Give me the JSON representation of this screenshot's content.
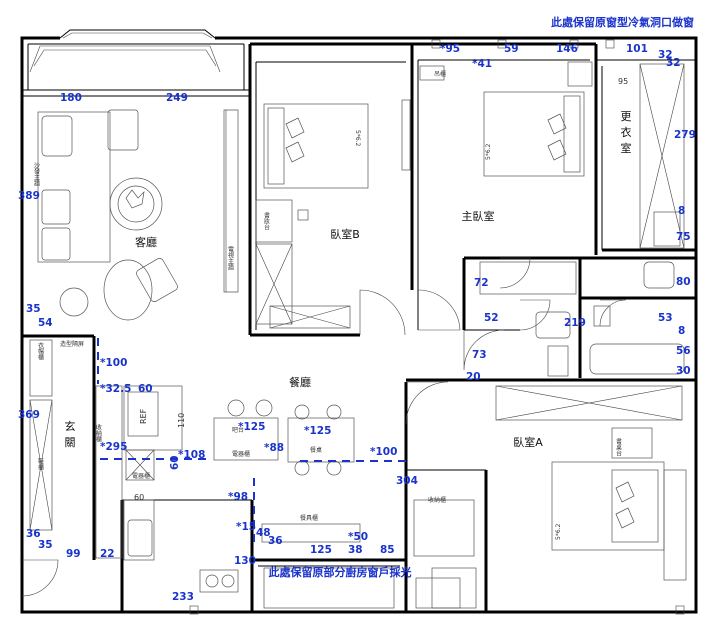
{
  "notes": {
    "window_ac": "此處保留原窗型冷氣洞口做窗",
    "kitchen_window": "此處保留原部分廚房窗戶採光"
  },
  "rooms": {
    "living": "客廳",
    "bedroom_b": "臥室B",
    "master": "主臥室",
    "closet": [
      "更",
      "衣",
      "室"
    ],
    "dining": "餐廳",
    "entry": [
      "玄",
      "關"
    ],
    "bedroom_a": "臥室A"
  },
  "labels": {
    "sofa_wall": "沙發主牆",
    "tv_wall": "電視主牆",
    "desk_b": "書妝台",
    "desk_a": "書桌台",
    "shoe": "鞋櫃",
    "coat": "衣帽櫃",
    "storage": "收納櫃",
    "storage2": "收納櫃",
    "shelf": "造型隔屏",
    "island": "吧台",
    "appliance": "電器櫃",
    "appliance2": "電器櫃",
    "dining_table": "餐桌",
    "tableware": "餐具櫃",
    "fridge": "REF",
    "bed_size": "5*6.2",
    "hanging": "吊櫃",
    "fridge_dim": "110"
  },
  "dimensions": {
    "d95a": "*95",
    "d59": "59",
    "d146": "146",
    "d101": "101",
    "d32a": "32",
    "d32b": "32",
    "d41": "*41",
    "d95b": "95",
    "d279": "279",
    "d8a": "8",
    "d75": "75",
    "d80": "80",
    "d53": "53",
    "d8b": "8",
    "d56": "56",
    "d30": "30",
    "d219": "219",
    "d72": "72",
    "d52": "52",
    "d73": "73",
    "d20": "20",
    "d180": "180",
    "d249": "249",
    "d389": "389",
    "d35a": "35",
    "d54": "54",
    "d100a": "*100",
    "d32_5": "*32.5",
    "d60a": "60",
    "d369": "369",
    "d295": "*295",
    "d108": "*108",
    "d125a": "*125",
    "d88": "*88",
    "d125b": "*125",
    "d100b": "*100",
    "d304": "304",
    "d98": "*98",
    "d60b": "60",
    "d60c": "60",
    "d15": "*15",
    "d48": "48",
    "d36a": "36",
    "d50": "*50",
    "d125c": "125",
    "d38": "38",
    "d85": "85",
    "d36b": "36",
    "d35b": "35",
    "d99": "99",
    "d22": "22",
    "d130": "130",
    "d233": "233"
  }
}
